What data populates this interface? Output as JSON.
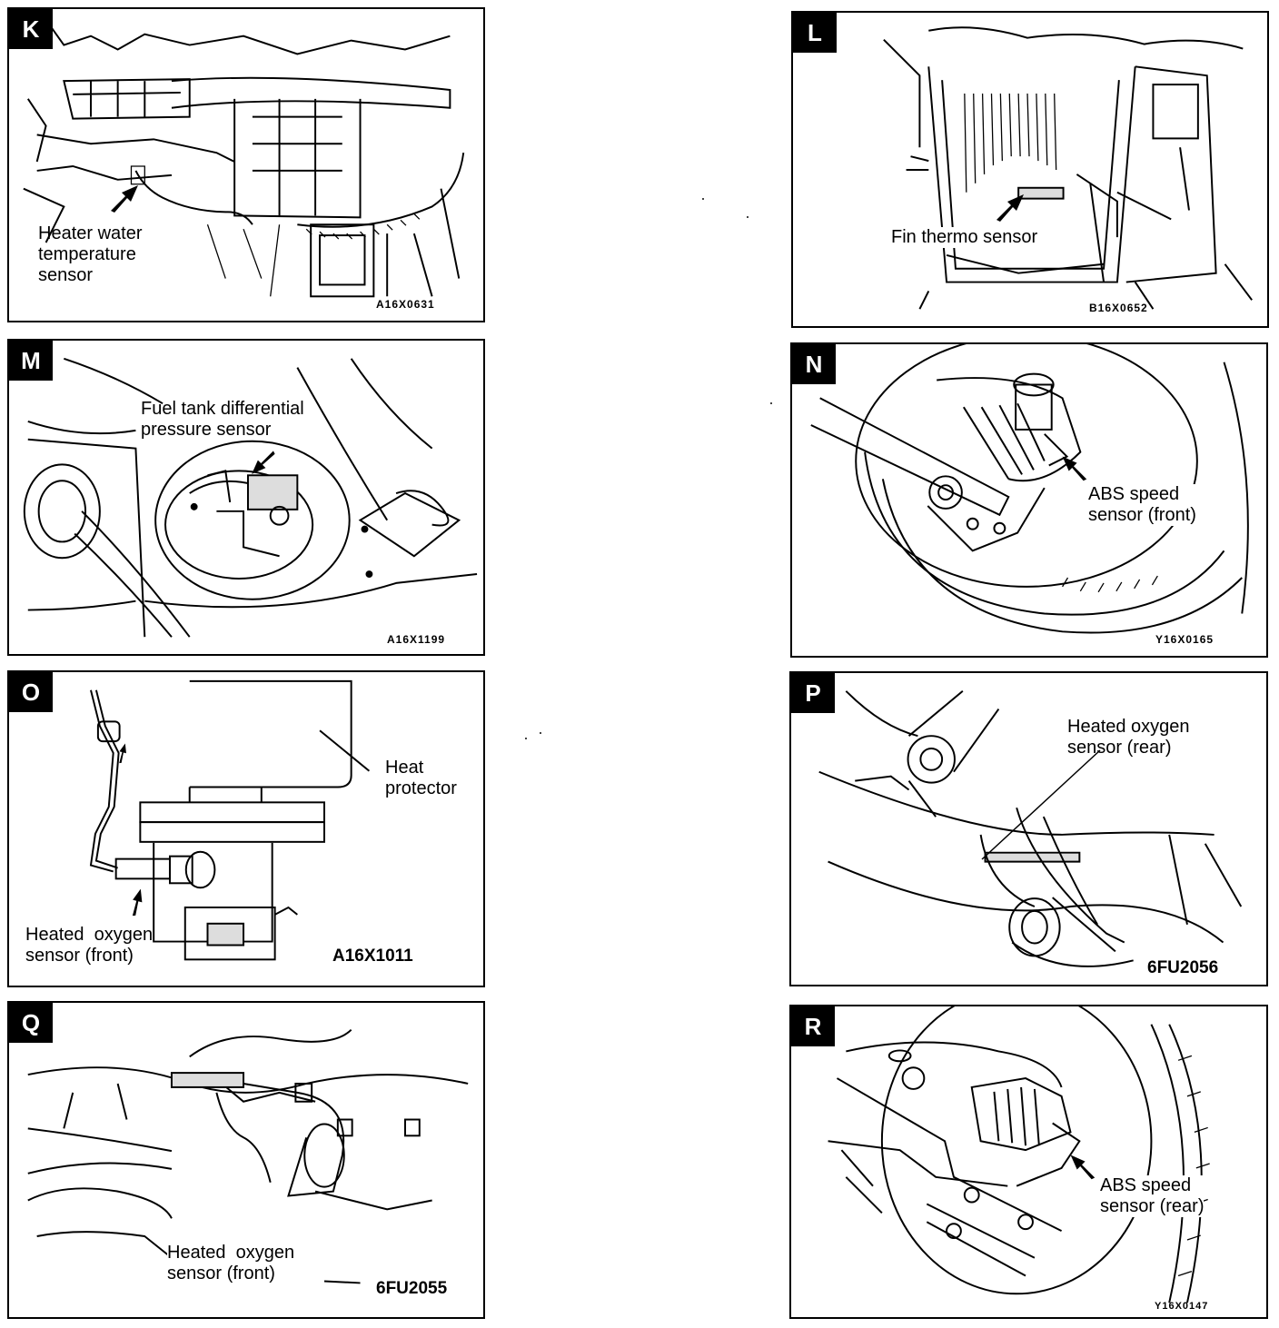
{
  "panels": [
    {
      "letter": "K",
      "label": "Heater water\ntemperature\nsensor",
      "code": "A16X0631"
    },
    {
      "letter": "L",
      "label": "Fin thermo sensor",
      "code": "B16X0652"
    },
    {
      "letter": "M",
      "label": "Fuel tank differential\npressure sensor",
      "code": "A16X1199"
    },
    {
      "letter": "N",
      "label": "ABS speed\nsensor (front)",
      "code": "Y16X0165"
    },
    {
      "letter": "O",
      "label": "Heated  oxygen\nsensor (front)",
      "label2": "Heat\nprotector",
      "code": "A16X1011"
    },
    {
      "letter": "P",
      "label": "Heated oxygen\nsensor (rear)",
      "code": "6FU2056"
    },
    {
      "letter": "Q",
      "label": "Heated  oxygen\nsensor (front)",
      "code": "6FU2055"
    },
    {
      "letter": "R",
      "label": "ABS speed\nsensor (rear)",
      "code": "Y16X0147"
    }
  ],
  "icons": {
    "pointer": "arrow-pointer-icon"
  }
}
